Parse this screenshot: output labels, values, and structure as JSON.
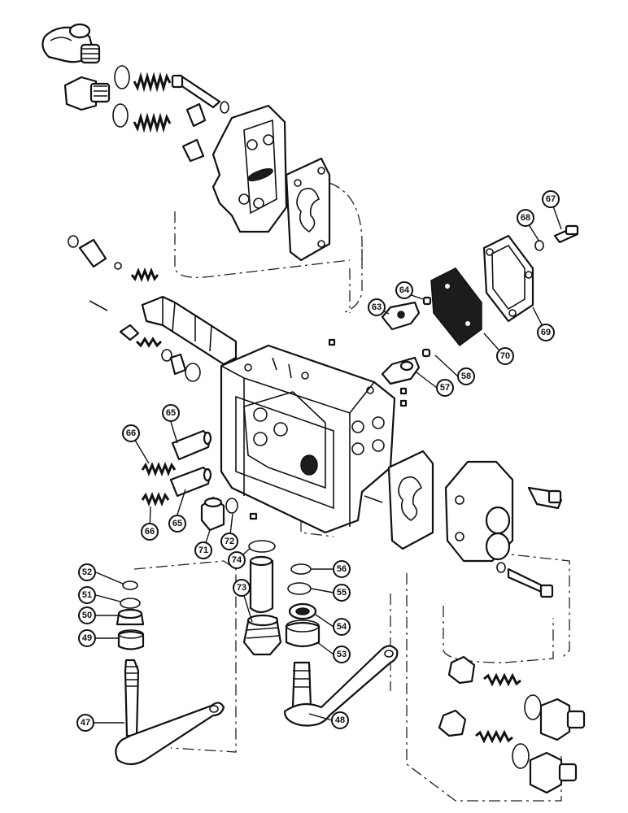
{
  "callouts": [
    {
      "id": "47",
      "label": "47"
    },
    {
      "id": "48",
      "label": "48"
    },
    {
      "id": "49",
      "label": "49"
    },
    {
      "id": "50",
      "label": "50"
    },
    {
      "id": "51",
      "label": "51"
    },
    {
      "id": "52",
      "label": "52"
    },
    {
      "id": "53",
      "label": "53"
    },
    {
      "id": "54",
      "label": "54"
    },
    {
      "id": "55",
      "label": "55"
    },
    {
      "id": "56",
      "label": "56"
    },
    {
      "id": "57",
      "label": "57"
    },
    {
      "id": "58",
      "label": "58"
    },
    {
      "id": "63",
      "label": "63"
    },
    {
      "id": "64",
      "label": "64"
    },
    {
      "id": "65a",
      "label": "65"
    },
    {
      "id": "65b",
      "label": "65"
    },
    {
      "id": "66a",
      "label": "66"
    },
    {
      "id": "66b",
      "label": "66"
    },
    {
      "id": "67",
      "label": "67"
    },
    {
      "id": "68",
      "label": "68"
    },
    {
      "id": "69",
      "label": "69"
    },
    {
      "id": "70",
      "label": "70"
    },
    {
      "id": "71",
      "label": "71"
    },
    {
      "id": "72",
      "label": "72"
    },
    {
      "id": "73",
      "label": "73"
    },
    {
      "id": "74",
      "label": "74"
    }
  ]
}
